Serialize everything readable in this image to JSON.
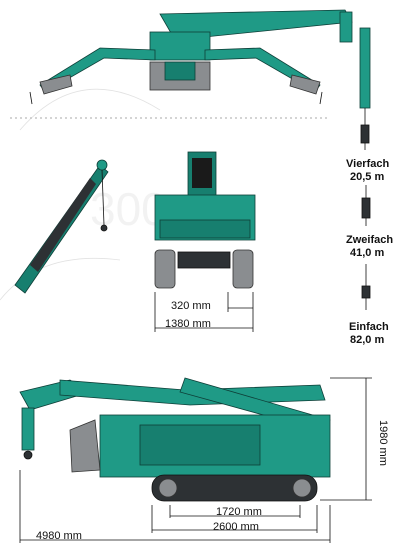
{
  "colors": {
    "machine_primary": "#1f9a86",
    "machine_dark": "#0e3f38",
    "tracks": "#2d3134",
    "wheels": "#8a8d90"
  },
  "watermark": {
    "text": "300"
  },
  "configurations": [
    {
      "name": "Vierfach",
      "value": "20,5 m"
    },
    {
      "name": "Zweifach",
      "value": "41,0 m"
    },
    {
      "name": "Einfach",
      "value": "82,0 m"
    }
  ],
  "front_view": {
    "dim_inner": "320 mm",
    "dim_outer": "1380 mm"
  },
  "side_view": {
    "dim_track": "1720 mm",
    "dim_base": "2600 mm",
    "dim_total_length": "4980 mm",
    "dim_height": "1980 mm"
  }
}
